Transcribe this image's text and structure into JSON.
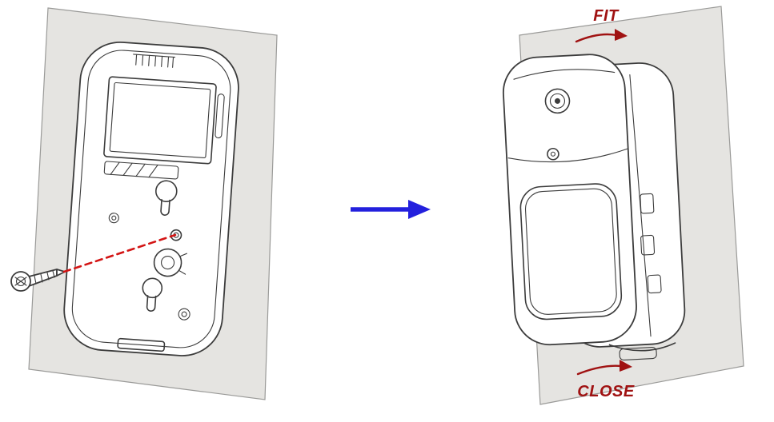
{
  "diagram": {
    "kind": "installation-steps",
    "panels": [
      {
        "name": "backplate-mounted-on-wall"
      },
      {
        "name": "assembled-detector-on-wall"
      }
    ],
    "labels": {
      "fit": "FIT",
      "close": "CLOSE"
    }
  },
  "icons": {
    "screw": "screw-icon",
    "transition_arrow": "arrow-right-icon",
    "fit_arrow": "curved-arrow-right-icon",
    "close_arrow": "curved-arrow-right-icon"
  },
  "colors": {
    "wall_fill": "#e5e4e1",
    "wall_edge": "#9a9a98",
    "line": "#3c3c3c",
    "device_fill": "#ffffff",
    "label_red": "#a01212",
    "guide_red": "#d31414",
    "arrow_blue": "#2320dd"
  }
}
